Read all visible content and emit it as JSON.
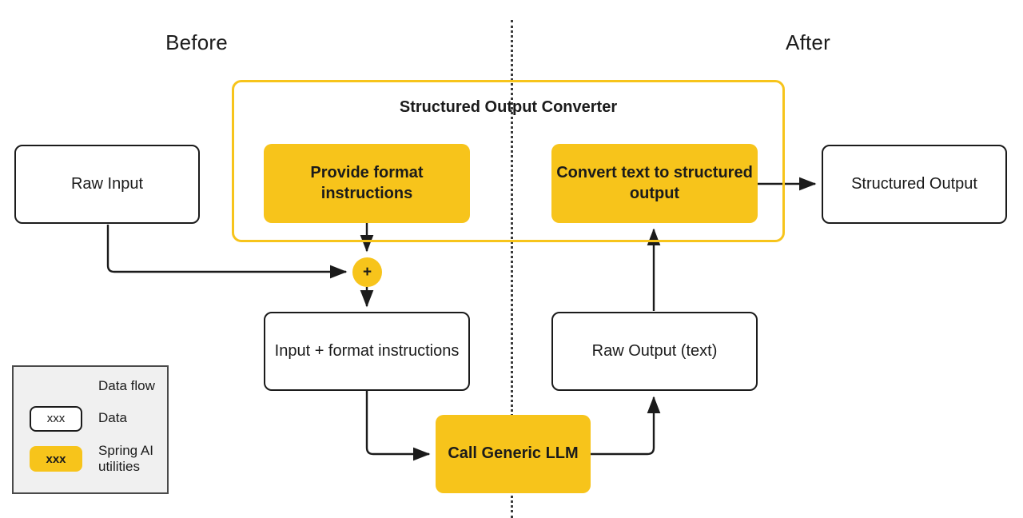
{
  "diagram": {
    "title_left": "Before",
    "title_right": "After",
    "accent_color": "#F7C41B",
    "line_color": "#1b1b1b",
    "converter": {
      "title": "Structured Output Converter",
      "steps": [
        {
          "label": "Provide format instructions"
        },
        {
          "label": "Convert text to structured  output"
        }
      ]
    },
    "nodes": {
      "raw_input": "Raw Input",
      "structured_output": "Structured Output",
      "input_plus_format": "Input + format instructions",
      "raw_output": "Raw Output (text)",
      "call_llm": "Call Generic LLM",
      "merge": "+"
    },
    "legend": {
      "rows": [
        {
          "key": "arrow",
          "sample": "",
          "label": "Data flow"
        },
        {
          "key": "data",
          "sample": "xxx",
          "label": "Data"
        },
        {
          "key": "util",
          "sample": "xxx",
          "label": "Spring AI utilities"
        }
      ]
    }
  }
}
